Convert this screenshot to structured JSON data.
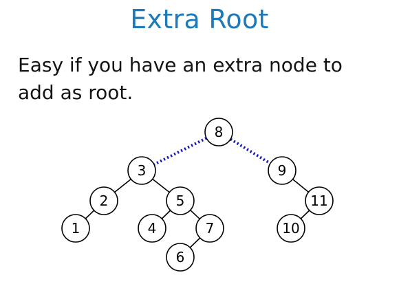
{
  "slide": {
    "title": "Extra Root",
    "body": "Easy if you have an extra node to add as root."
  },
  "colors": {
    "title": "#1f7ab8",
    "dotted_edge": "#1414b4"
  },
  "tree": {
    "nodes": [
      {
        "id": "n8",
        "label": "8"
      },
      {
        "id": "n3",
        "label": "3"
      },
      {
        "id": "n9",
        "label": "9"
      },
      {
        "id": "n2",
        "label": "2"
      },
      {
        "id": "n5",
        "label": "5"
      },
      {
        "id": "n11",
        "label": "11"
      },
      {
        "id": "n1",
        "label": "1"
      },
      {
        "id": "n4",
        "label": "4"
      },
      {
        "id": "n7",
        "label": "7"
      },
      {
        "id": "n10",
        "label": "10"
      },
      {
        "id": "n6",
        "label": "6"
      }
    ],
    "edges": [
      {
        "from": "n8",
        "to": "n3",
        "style": "dotted"
      },
      {
        "from": "n8",
        "to": "n9",
        "style": "dotted"
      },
      {
        "from": "n3",
        "to": "n2",
        "style": "solid"
      },
      {
        "from": "n3",
        "to": "n5",
        "style": "solid"
      },
      {
        "from": "n2",
        "to": "n1",
        "style": "solid"
      },
      {
        "from": "n5",
        "to": "n4",
        "style": "solid"
      },
      {
        "from": "n5",
        "to": "n7",
        "style": "solid"
      },
      {
        "from": "n7",
        "to": "n6",
        "style": "solid"
      },
      {
        "from": "n9",
        "to": "n11",
        "style": "solid"
      },
      {
        "from": "n11",
        "to": "n10",
        "style": "solid"
      }
    ]
  }
}
